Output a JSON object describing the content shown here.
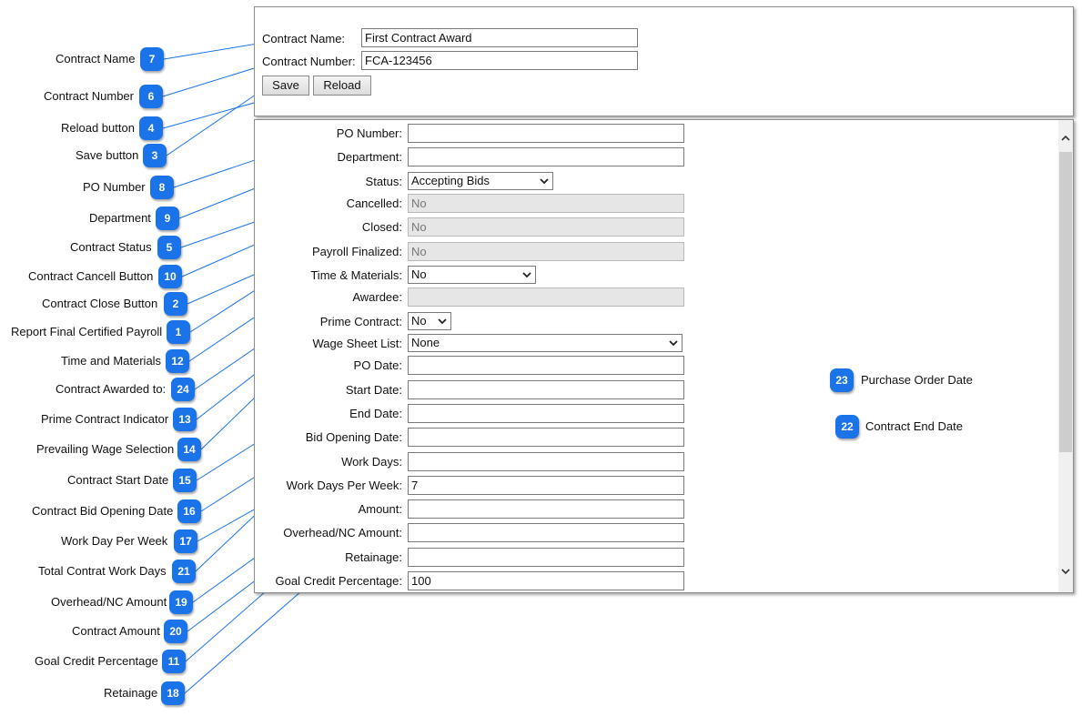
{
  "header": {
    "contract_name_label": "Contract Name:",
    "contract_name_value": "First Contract Award",
    "contract_number_label": "Contract Number:",
    "contract_number_value": "FCA-123456",
    "save_label": "Save",
    "reload_label": "Reload"
  },
  "form": {
    "po_number_label": "PO Number:",
    "po_number_value": "",
    "department_label": "Department:",
    "department_value": "",
    "status_label": "Status:",
    "status_value": "Accepting Bids",
    "cancelled_label": "Cancelled:",
    "cancelled_value": "No",
    "closed_label": "Closed:",
    "closed_value": "No",
    "payroll_finalized_label": "Payroll Finalized:",
    "payroll_finalized_value": "No",
    "time_materials_label": "Time & Materials:",
    "time_materials_value": "No",
    "awardee_label": "Awardee:",
    "awardee_value": "",
    "prime_contract_label": "Prime Contract:",
    "prime_contract_value": "No",
    "wage_sheet_label": "Wage Sheet List:",
    "wage_sheet_value": "None",
    "po_date_label": "PO Date:",
    "po_date_value": "",
    "start_date_label": "Start Date:",
    "start_date_value": "",
    "end_date_label": "End Date:",
    "end_date_value": "",
    "bid_opening_label": "Bid Opening Date:",
    "bid_opening_value": "",
    "work_days_label": "Work Days:",
    "work_days_value": "",
    "work_days_per_week_label": "Work Days Per Week:",
    "work_days_per_week_value": "7",
    "amount_label": "Amount:",
    "amount_value": "",
    "overhead_label": "Overhead/NC Amount:",
    "overhead_value": "",
    "retainage_label": "Retainage:",
    "retainage_value": "",
    "goal_credit_label": "Goal Credit Percentage:",
    "goal_credit_value": "100"
  },
  "callouts": [
    {
      "num": "7",
      "text": "Contract Name"
    },
    {
      "num": "6",
      "text": "Contract Number"
    },
    {
      "num": "4",
      "text": "Reload button"
    },
    {
      "num": "3",
      "text": "Save button"
    },
    {
      "num": "8",
      "text": "PO Number"
    },
    {
      "num": "9",
      "text": "Department"
    },
    {
      "num": "5",
      "text": "Contract Status"
    },
    {
      "num": "10",
      "text": "Contract Cancell Button"
    },
    {
      "num": "2",
      "text": "Contract Close Button"
    },
    {
      "num": "1",
      "text": "Report Final Certified Payroll"
    },
    {
      "num": "12",
      "text": "Time and Materials"
    },
    {
      "num": "24",
      "text": "Contract Awarded to:"
    },
    {
      "num": "13",
      "text": "Prime Contract Indicator"
    },
    {
      "num": "14",
      "text": "Prevailing Wage Selection"
    },
    {
      "num": "15",
      "text": "Contract Start Date"
    },
    {
      "num": "16",
      "text": "Contract Bid Opening Date"
    },
    {
      "num": "17",
      "text": "Work Day Per Week"
    },
    {
      "num": "21",
      "text": "Total Contrat Work Days"
    },
    {
      "num": "19",
      "text": "Overhead/NC Amount"
    },
    {
      "num": "20",
      "text": "Contract Amount"
    },
    {
      "num": "11",
      "text": "Goal Credit Percentage"
    },
    {
      "num": "18",
      "text": "Retainage"
    },
    {
      "num": "23",
      "text": "Purchase Order Date"
    },
    {
      "num": "22",
      "text": "Contract End Date"
    }
  ],
  "colors": {
    "badge": "#1a73e8",
    "connector": "#1a73e8"
  },
  "icons": {
    "dropdown": "chevron-down-icon",
    "scroll_up": "chevron-up-icon",
    "scroll_down": "chevron-down-icon"
  }
}
